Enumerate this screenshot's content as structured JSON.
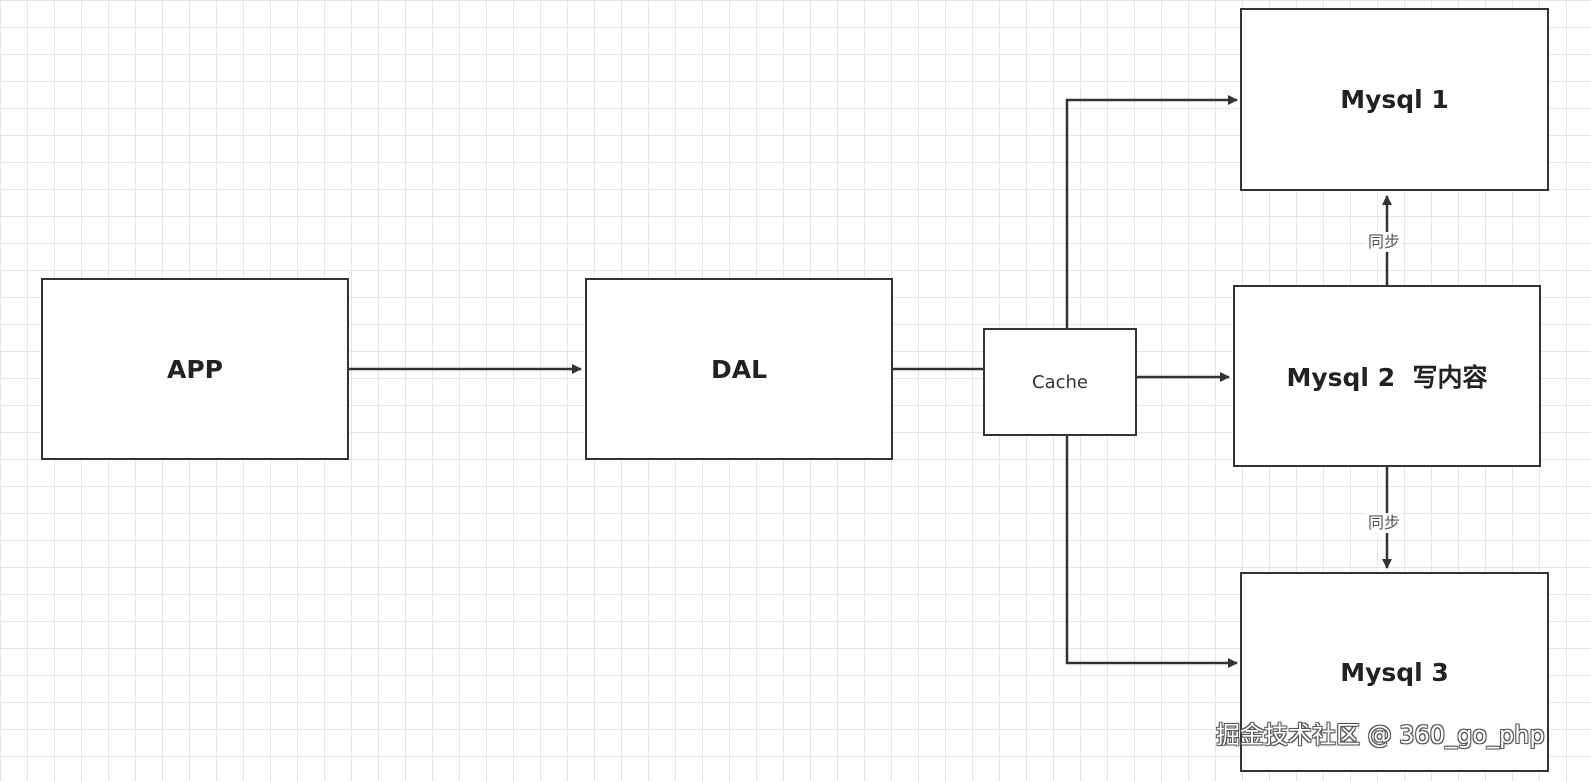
{
  "diagram": {
    "nodes": {
      "app": "APP",
      "dal": "DAL",
      "cache": "Cache",
      "mysql1": "Mysql 1",
      "mysql2": "Mysql 2  写内容",
      "mysql3": "Mysql 3"
    },
    "edge_labels": {
      "sync_up": "同步",
      "sync_down": "同步"
    },
    "colors": {
      "stroke": "#333333",
      "grid": "#e6e6e6",
      "background": "#ffffff"
    }
  },
  "watermark": "掘金技术社区 @ 360_go_php"
}
